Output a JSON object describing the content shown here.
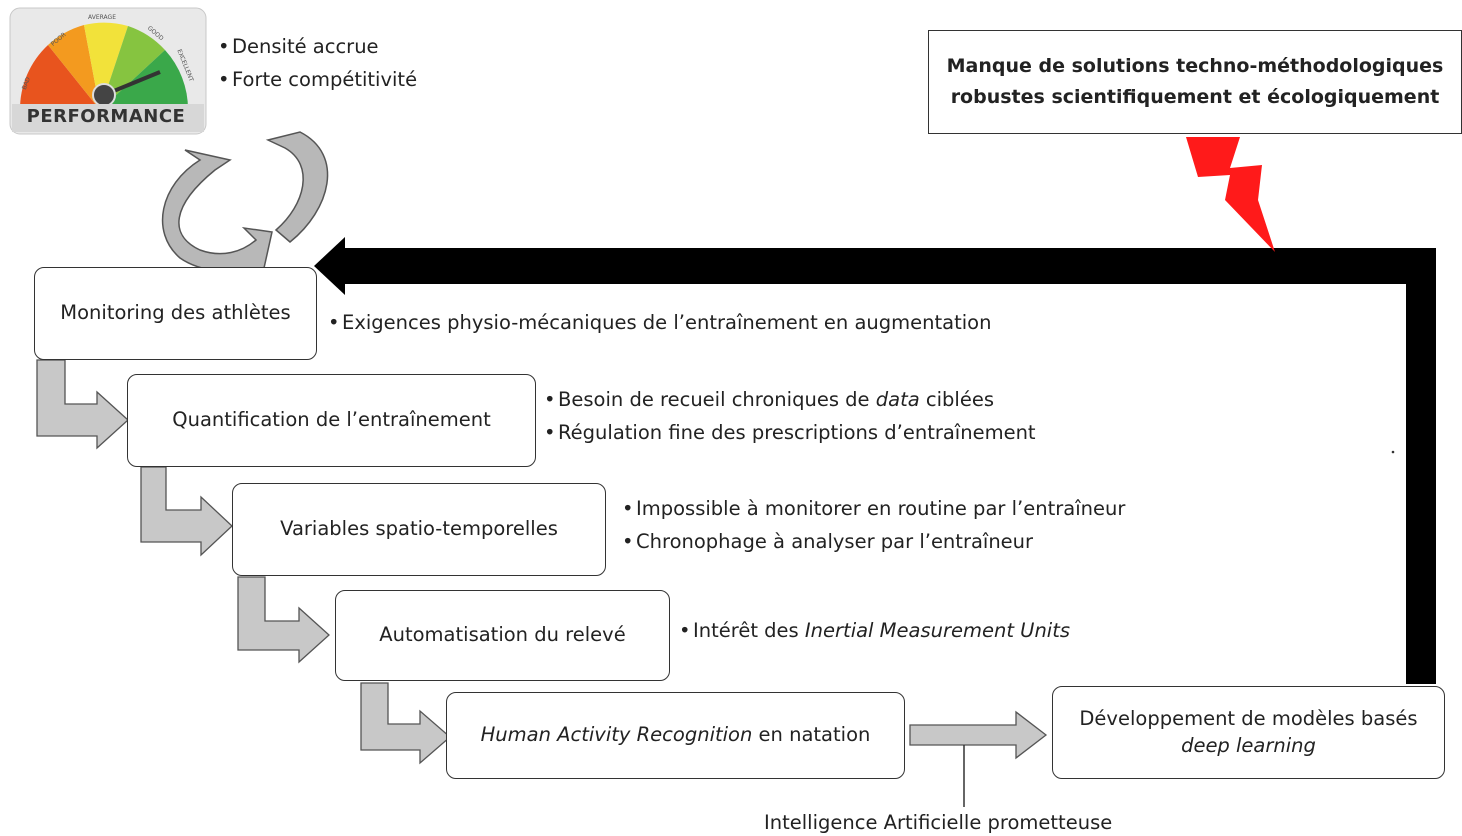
{
  "performance": {
    "label": "PERFORMANCE",
    "scale_labels": [
      "BAD",
      "POOR",
      "AVERAGE",
      "GOOD",
      "EXCELLENT"
    ]
  },
  "top_bullets": [
    "Densité accrue",
    "Forte compétitivité"
  ],
  "constraint_box": {
    "line1": "Manque de solutions techno-méthodologiques",
    "line2": "robustes scientifiquement et écologiquement"
  },
  "steps": {
    "monitoring": "Monitoring des athlètes",
    "quantification": "Quantification de l’entraînement",
    "variables": "Variables spatio-temporelles",
    "automatisation": "Automatisation du relevé",
    "har_italic": "Human Activity Recognition",
    "har_rest": " en natation",
    "dev_line1": "Développement de modèles basés",
    "dev_line2": "deep learning"
  },
  "notes": {
    "monitoring": [
      "Exigences physio-mécaniques de l’entraînement en augmentation"
    ],
    "quantification_1a": "Besoin de recueil chroniques de ",
    "quantification_1b": "data",
    "quantification_1c": " ciblées",
    "quantification_2": "Régulation fine des prescriptions d’entraînement",
    "variables": [
      "Impossible à monitorer en routine par l’entraîneur",
      "Chronophage à analyser par l’entraîneur"
    ],
    "automatisation_a": "Intérêt des ",
    "automatisation_b": "Inertial Measurement Units"
  },
  "caption": "Intelligence Artificielle prometteuse",
  "colors": {
    "gauge_bad": "#e8541e",
    "gauge_poor": "#f39a1f",
    "gauge_average": "#f2e23a",
    "gauge_good": "#86c440",
    "gauge_excellent": "#3aa84a",
    "lightning": "#ff1a1a",
    "feedback_arrow": "#000000",
    "step_arrow": "#c8c8c8"
  }
}
